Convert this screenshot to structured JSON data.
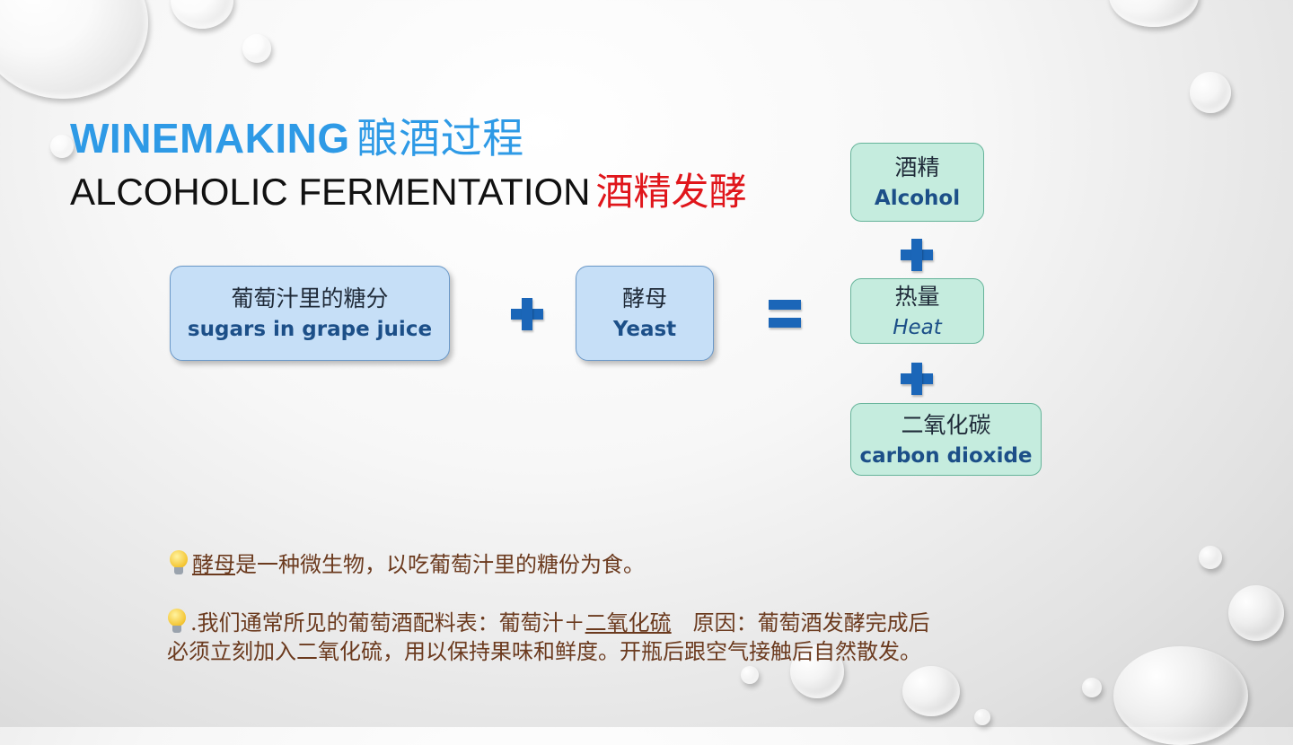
{
  "title": {
    "line1_en": "WINEMAKING",
    "line1_cn": "酿酒过程",
    "line2_en": "ALCOHOLIC FERMENTATION",
    "line2_cn": "酒精发酵"
  },
  "equation": {
    "input1": {
      "cn": "葡萄汁里的糖分",
      "en": "sugars in grape juice"
    },
    "input2": {
      "cn": "酵母",
      "en": "Yeast"
    },
    "outputs": [
      {
        "cn": "酒精",
        "en": "Alcohol"
      },
      {
        "cn": "热量",
        "en": "Heat"
      },
      {
        "cn": "二氧化碳",
        "en": "carbon dioxide"
      }
    ]
  },
  "notes": {
    "note1_term": "酵母",
    "note1_rest": "是一种微生物，以吃葡萄汁里的糖份为食。",
    "note2_prefix": ".我们通常所见的葡萄酒配料表：葡萄汁＋",
    "note2_term": "二氧化硫",
    "note2_rest": "　原因：葡萄酒发酵完成后",
    "note2_line2": "必须立刻加入二氧化硫，用以保持果味和鲜度。开瓶后跟空气接触后自然散发。"
  },
  "colors": {
    "title_blue": "#2e9ae6",
    "title_red": "#e0161b",
    "operator_blue": "#1b66b8",
    "note_brown": "#6b3a1e"
  },
  "icons": [
    "lightbulb-icon",
    "plus-icon",
    "equals-icon"
  ]
}
